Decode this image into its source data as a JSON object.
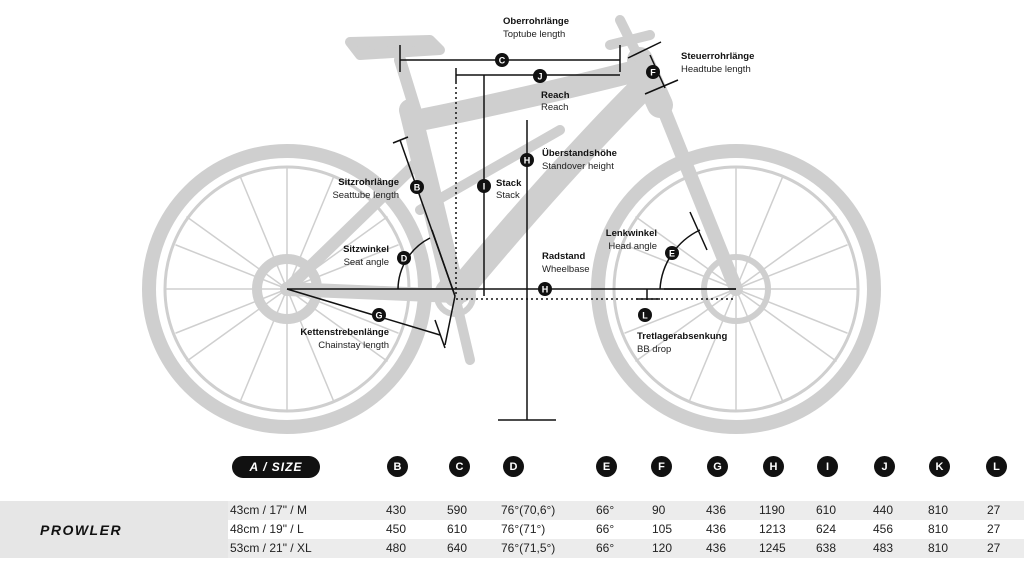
{
  "labels": {
    "C": {
      "title": "Oberrohrlänge",
      "sub": "Toptube length"
    },
    "J": {
      "title": "Reach",
      "sub": "Reach"
    },
    "F": {
      "title": "Steuerrohrlänge",
      "sub": "Headtube length"
    },
    "H_standover": {
      "title": "Überstandshöhe",
      "sub": "Standover height"
    },
    "I": {
      "title": "Stack",
      "sub": "Stack"
    },
    "B": {
      "title": "Sitzrohrlänge",
      "sub": "Seattube length"
    },
    "D": {
      "title": "Sitzwinkel",
      "sub": "Seat angle"
    },
    "H_wheelbase": {
      "title": "Radstand",
      "sub": "Wheelbase"
    },
    "E": {
      "title": "Lenkwinkel",
      "sub": "Head angle"
    },
    "G": {
      "title": "Kettenstrebenlänge",
      "sub": "Chainstay length"
    },
    "L": {
      "title": "Tretlagerabsenkung",
      "sub": "BB drop"
    }
  },
  "markers": {
    "C": "C",
    "J": "J",
    "F": "F",
    "H1": "H",
    "I": "I",
    "B": "B",
    "D": "D",
    "H2": "H",
    "E": "E",
    "G": "G",
    "L": "L"
  },
  "table": {
    "size_label": "A / SIZE",
    "model": "PROWLER",
    "columns": [
      "B",
      "C",
      "D",
      "E",
      "F",
      "G",
      "H",
      "I",
      "J",
      "K",
      "L"
    ],
    "rows": [
      {
        "size": "43cm  /  17\"   /  M",
        "values": [
          "430",
          "590",
          "76°(70,6°)",
          "66°",
          "90",
          "436",
          "1190",
          "610",
          "440",
          "810",
          "27"
        ]
      },
      {
        "size": "48cm  /  19\"   /  L",
        "values": [
          "450",
          "610",
          "76°(71°)",
          "66°",
          "105",
          "436",
          "1213",
          "624",
          "456",
          "810",
          "27"
        ]
      },
      {
        "size": "53cm  /  21\"   /  XL",
        "values": [
          "480",
          "640",
          "76°(71,5°)",
          "66°",
          "120",
          "436",
          "1245",
          "638",
          "483",
          "810",
          "27"
        ]
      }
    ]
  },
  "colors": {
    "bike": "#cfcfcf",
    "ink": "#111111",
    "row_shade": "#ececec"
  }
}
